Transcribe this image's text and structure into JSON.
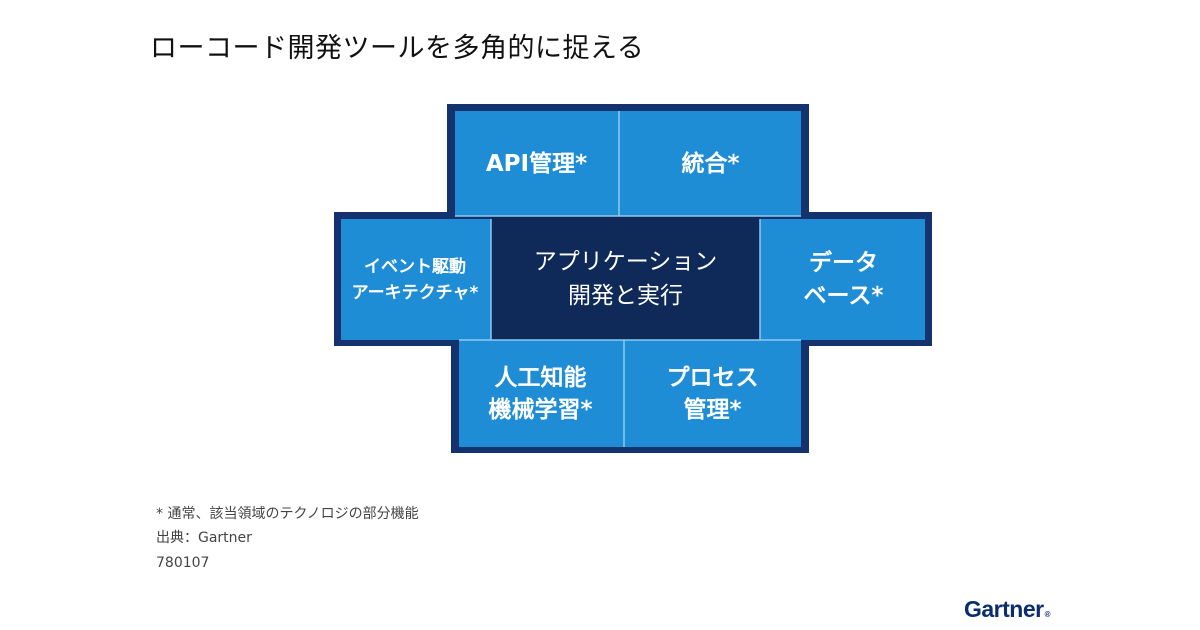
{
  "title": "ローコード開発ツールを多角的に捉える",
  "diagram": {
    "colors": {
      "border": "#14336e",
      "segment_fill": "#1f8dd6",
      "center_fill": "#0f2a58",
      "divider": "#8fc9ee",
      "text": "#ffffff"
    },
    "segments": {
      "api": {
        "lines": [
          "API管理*"
        ]
      },
      "integration": {
        "lines": [
          "統合*"
        ]
      },
      "event": {
        "lines": [
          "イベント駆動",
          "アーキテクチャ*"
        ]
      },
      "center": {
        "lines": [
          "アプリケーション",
          "開発と実行"
        ]
      },
      "database": {
        "lines": [
          "データ",
          "ベース*"
        ]
      },
      "ai": {
        "lines": [
          "人工知能",
          "機械学習*"
        ]
      },
      "process": {
        "lines": [
          "プロセス",
          "管理*"
        ]
      }
    }
  },
  "footnotes": {
    "note": "* 通常、該当領域のテクノロジの部分機能",
    "source": "出典：Gartner",
    "id": "780107"
  },
  "brand": {
    "name": "Gartner",
    "mark": "®"
  }
}
